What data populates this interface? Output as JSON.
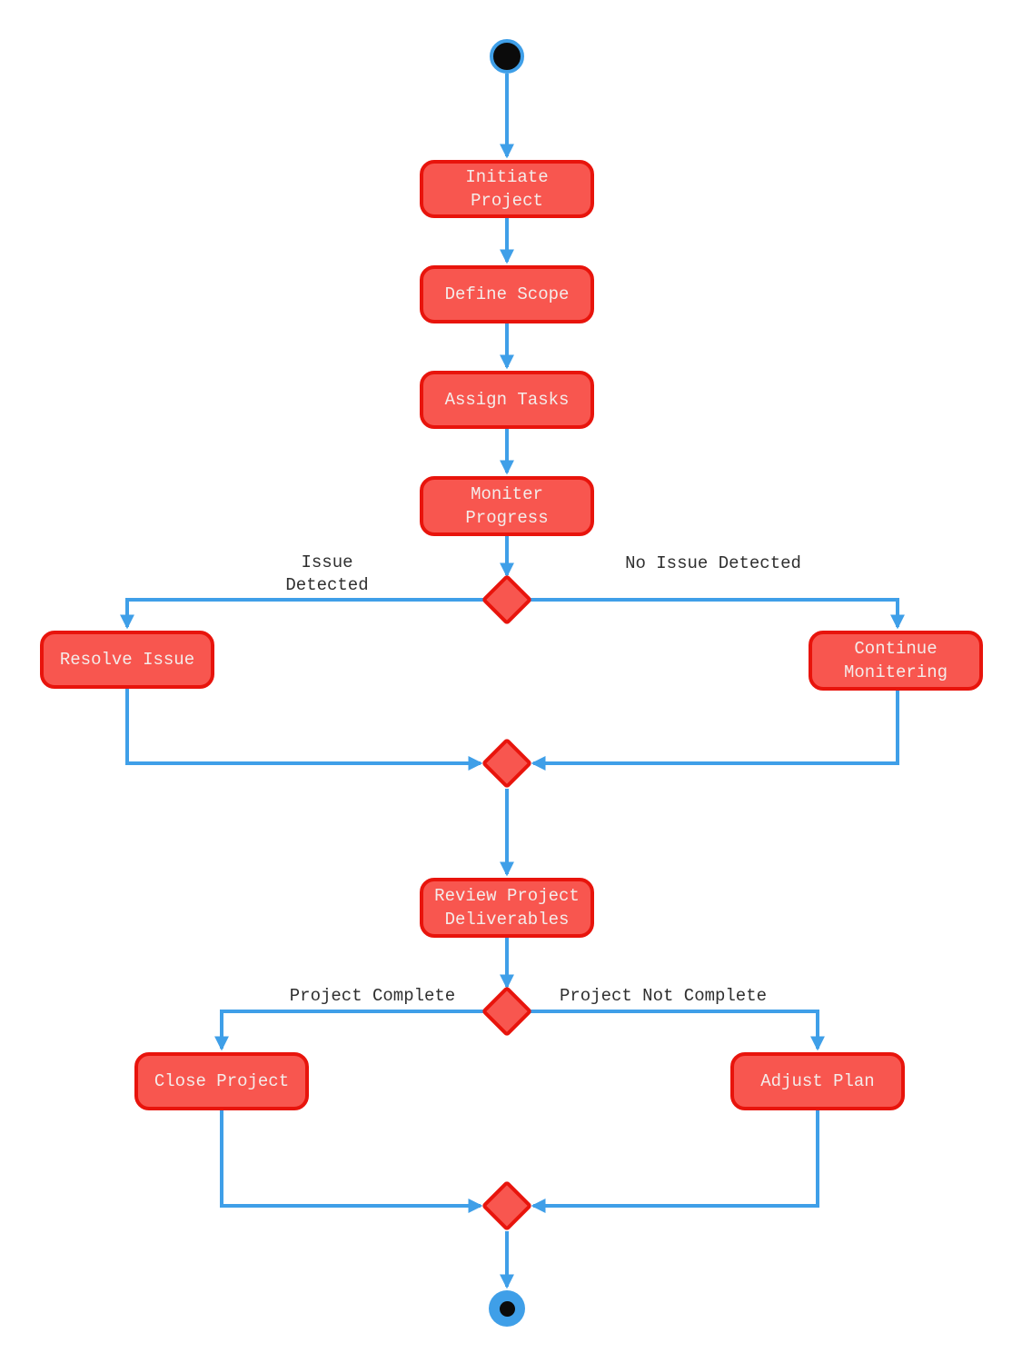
{
  "diagram": {
    "type": "activity-flowchart",
    "nodes": {
      "start": {
        "type": "initial-node"
      },
      "initiate": {
        "label": "Initiate Project"
      },
      "define": {
        "label": "Define Scope"
      },
      "assign": {
        "label": "Assign Tasks"
      },
      "moniter": {
        "label": "Moniter Progress"
      },
      "decision1": {
        "type": "decision"
      },
      "resolve": {
        "label": "Resolve Issue"
      },
      "continue": {
        "label": "Continue Monitering"
      },
      "merge1": {
        "type": "merge"
      },
      "review": {
        "label": "Review Project Deliverables"
      },
      "decision2": {
        "type": "decision"
      },
      "close": {
        "label": "Close Project"
      },
      "adjust": {
        "label": "Adjust Plan"
      },
      "merge2": {
        "type": "merge"
      },
      "end": {
        "type": "final-node"
      }
    },
    "edge_labels": {
      "issue_detected": "Issue Detected",
      "no_issue_detected": "No Issue Detected",
      "project_complete": "Project Complete",
      "project_not_complete": "Project Not Complete"
    },
    "colors": {
      "node_fill": "#f8564f",
      "node_border": "#e8140c",
      "edge": "#3f9fe8",
      "node_text": "#f4ecea",
      "label_text": "#2f2f2f",
      "background": "#ffffff"
    }
  }
}
